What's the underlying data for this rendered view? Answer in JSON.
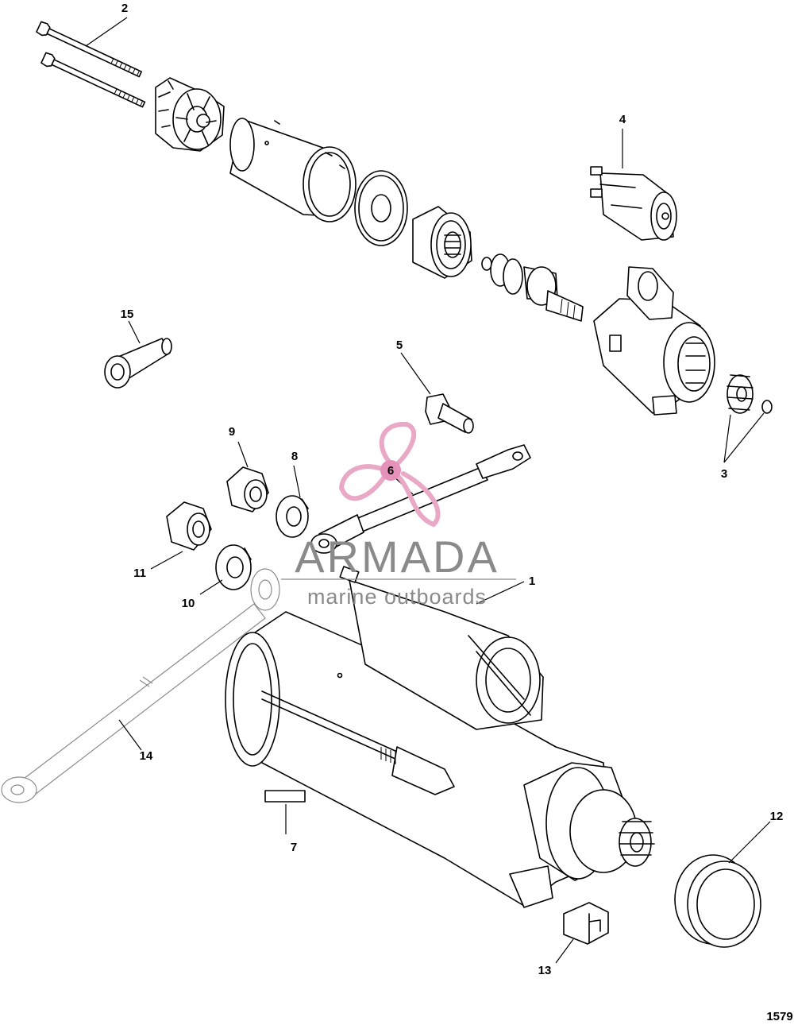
{
  "diagram": {
    "figure_number": "1579",
    "callouts": {
      "c1": "1",
      "c2": "2",
      "c3": "3",
      "c4": "4",
      "c5": "5",
      "c6": "6",
      "c7": "7",
      "c8": "8",
      "c9": "9",
      "c10": "10",
      "c11": "11",
      "c12": "12",
      "c13": "13",
      "c14": "14",
      "c15": "15"
    }
  },
  "watermark": {
    "brand": "ARMADA",
    "tagline": "marine outboards",
    "colors": {
      "propeller": "#e9a9c6",
      "badge": "#e591b9",
      "text": "#8a8a8a"
    }
  }
}
